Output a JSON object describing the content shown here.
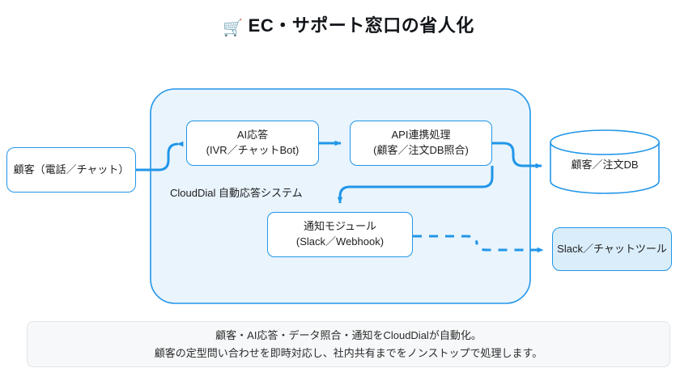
{
  "title": {
    "emoji": "🛒",
    "text": "EC・サポート窓口の省人化"
  },
  "diagram": {
    "group": {
      "label": "CloudDial 自動応答システム",
      "fill": "#e9f4fd",
      "stroke": "#2196e8"
    },
    "accent": "#2196e8",
    "nodes": [
      {
        "id": "customer",
        "name": "customer",
        "line1": "顧客（電話／チャット）",
        "line2": "",
        "shape": "rounded-rect",
        "fill": "#ffffff"
      },
      {
        "id": "ai",
        "name": "ai-response",
        "line1": "AI応答",
        "line2": "(IVR／チャットBot)",
        "shape": "rounded-rect",
        "fill": "#ffffff"
      },
      {
        "id": "api",
        "name": "api-integration",
        "line1": "API連携処理",
        "line2": "(顧客／注文DB照合)",
        "shape": "rounded-rect",
        "fill": "#ffffff"
      },
      {
        "id": "notify",
        "name": "notification-module",
        "line1": "通知モジュール",
        "line2": "(Slack／Webhook)",
        "shape": "rounded-rect",
        "fill": "#ffffff"
      },
      {
        "id": "db",
        "name": "customer-order-db",
        "line1": "顧客／注文DB",
        "line2": "",
        "shape": "cylinder",
        "fill": "#ffffff"
      },
      {
        "id": "slack",
        "name": "slack-chat-tool",
        "line1": "Slack／チャットツール",
        "line2": "",
        "shape": "rounded-rect",
        "fill": "#daedfb"
      }
    ],
    "edges": [
      {
        "from": "customer",
        "to": "ai",
        "style": "solid",
        "arrow": true
      },
      {
        "from": "ai",
        "to": "api",
        "style": "solid",
        "arrow": true
      },
      {
        "from": "api",
        "to": "db",
        "style": "solid",
        "arrow": true
      },
      {
        "from": "api",
        "to": "notify",
        "style": "solid",
        "arrow": true
      },
      {
        "from": "notify",
        "to": "slack",
        "style": "dashed",
        "arrow": true
      }
    ]
  },
  "footer": {
    "line1": "顧客・AI応答・データ照合・通知をCloudDialが自動化。",
    "line2": "顧客の定型問い合わせを即時対応し、社内共有までをノンストップで処理します。"
  }
}
